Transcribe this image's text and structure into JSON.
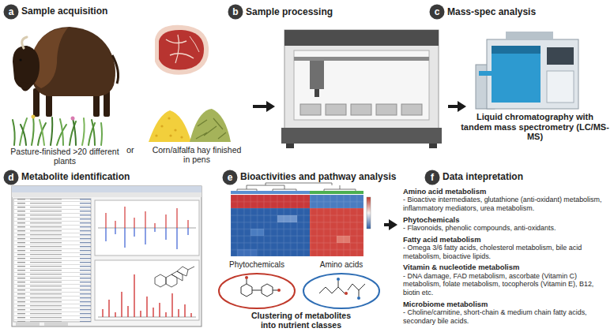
{
  "diagram": {
    "nodes": [
      {
        "text": [
          "Sample acquisition"
        ]
      },
      {
        "text": [
          "a"
        ],
        "in": 0
      },
      {
        "text": [
          "Sample processing"
        ]
      },
      {
        "text": [
          "b"
        ],
        "in": 2
      },
      {
        "text": [
          "Mass-spec analysis",
          "Liquid chromatography with tandem mass spectrometry (LC/MS-MS)"
        ]
      },
      {
        "text": [
          "c"
        ],
        "in": 4
      },
      {
        "text": [
          "Metabolite identification"
        ]
      },
      {
        "text": [
          "d"
        ],
        "in": 6
      },
      {
        "text": [
          "Bioactivities and pathway analysis",
          "Clustering of metabolites into nutrient classes"
        ]
      },
      {
        "text": [
          "e"
        ],
        "in": 8
      },
      {
        "text": [
          "Phytochemicals"
        ],
        "in": 8
      },
      {
        "text": [
          "Amino acids"
        ],
        "in": 8
      },
      {
        "text": [
          "Data intepretation",
          "Amino acid metabolism",
          "- Bioactive intermediates, glutathione (anti-oxidant) metabolism, inflammatory mediators, urea metabolism.",
          "Phytochemicals",
          "- Flavonoids, phenolic compounds, anti-oxidants.",
          "Fatty acid metabolism",
          "- Omega 3/6 fatty acids, cholesterol metabolism, bile acid metabolism, bioactive lipids.",
          "Vitamin & nucleotide metabolism",
          "- DNA damage, FAD metabolism, ascorbate (Vitamin C) metabolism, folate metabolism, tocopherols (Vitamin E), B12, biotin etc.",
          "Microbiome metabolism",
          "- Choline/carnitine, short-chain & medium chain fatty acids, secondary bile acids."
        ]
      },
      {
        "text": [
          "f"
        ],
        "in": 12
      }
    ],
    "edges": [
      {
        "from": 0,
        "to": 2,
        "arrow": "to"
      },
      {
        "from": 2,
        "to": 4,
        "arrow": "to"
      },
      {
        "from": 8,
        "to": 12,
        "arrow": "to"
      }
    ],
    "labels": [
      "Pasture-finished >20 different plants",
      "or",
      "Corn/alfalfa hay finished in pens"
    ]
  }
}
